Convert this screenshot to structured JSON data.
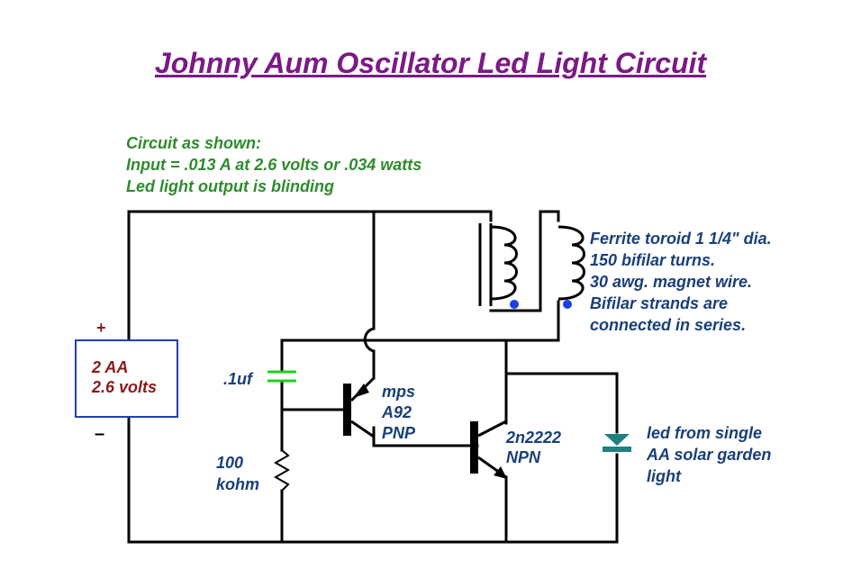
{
  "title": "Johnny Aum Oscillator Led Light Circuit",
  "colors": {
    "title": "#7a1a86",
    "notes_green": "#2e8b2e",
    "labels_blue": "#1a3f7a",
    "battery_text": "#8b1a1a",
    "wire": "#000000",
    "battery_border": "#1f3fbf",
    "capacitor": "#22cc22",
    "dot": "#1f3fe0",
    "led": "#1f8080",
    "polarity": "#8b1a1a"
  },
  "circuit_notes": [
    "Circuit as shown:",
    "Input = .013 A at 2.6 volts or .034 watts",
    "Led light output is blinding"
  ],
  "toroid_notes": [
    "Ferrite toroid 1 1/4\" dia.",
    "150 bifilar turns.",
    "30 awg. magnet wire.",
    "Bifilar strands are",
    "connected in series."
  ],
  "battery": {
    "line1": "2 AA",
    "line2": "2.6 volts",
    "plus": "+",
    "minus": "–"
  },
  "capacitor_label": ".1uf",
  "resistor_label": [
    "100",
    "kohm"
  ],
  "pnp_label": [
    "mps",
    "A92",
    "PNP"
  ],
  "npn_label": [
    "2n2222",
    "NPN"
  ],
  "led_label": [
    "led from single",
    "AA solar garden",
    "light"
  ]
}
